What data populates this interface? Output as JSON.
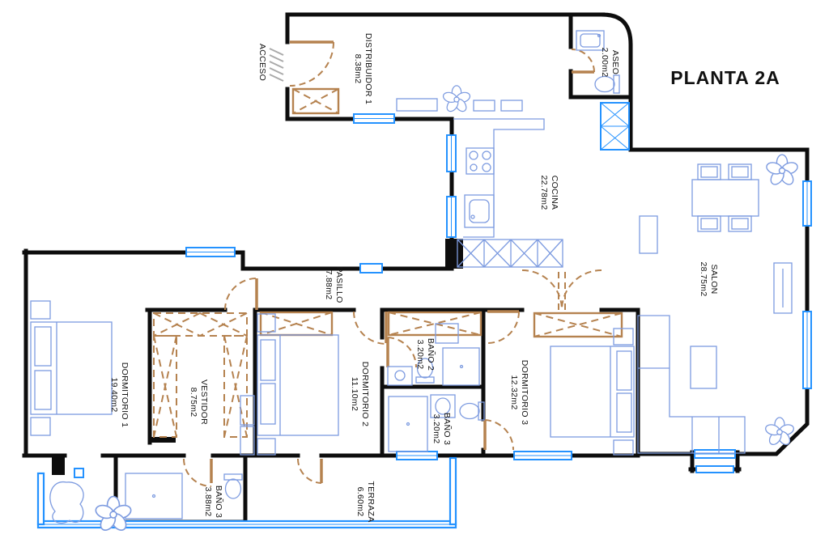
{
  "title": "PLANTA 2A",
  "labels": {
    "access": "ACCESO"
  },
  "rooms": [
    {
      "id": "distribuidor-1",
      "name": "DISTRIBUIDOR 1",
      "area": "8.38m2"
    },
    {
      "id": "aseo",
      "name": "ASEO",
      "area": "2.00m2"
    },
    {
      "id": "cocina",
      "name": "COCINA",
      "area": "22.78m2"
    },
    {
      "id": "salon",
      "name": "SALON",
      "area": "28.75m2"
    },
    {
      "id": "pasillo",
      "name": "PASILLO",
      "area": "7.88m2"
    },
    {
      "id": "dormitorio-1",
      "name": "DORMITORIO 1",
      "area": "19.40m2"
    },
    {
      "id": "vestidor",
      "name": "VESTIDOR",
      "area": "8.75m2"
    },
    {
      "id": "dormitorio-2",
      "name": "DORMITORIO 2",
      "area": "11.10m2"
    },
    {
      "id": "bano-2",
      "name": "BAÑO 2",
      "area": "3.20m2"
    },
    {
      "id": "dormitorio-3",
      "name": "DORMITORIO 3",
      "area": "12.32m2"
    },
    {
      "id": "bano-3",
      "name": "BAÑO 3",
      "area": "3.20m2"
    },
    {
      "id": "bano-3-inferior",
      "name": "BAÑO 3",
      "area": "3.88m2"
    },
    {
      "id": "terraza",
      "name": "TERRAZA",
      "area": "6.60m2"
    }
  ],
  "legend_colors": {
    "walls": "#0d0d0d",
    "windows_glazing": "#2492ff",
    "furniture_fixtures": "#7d9be0",
    "doors_wardrobes": "#b5824f",
    "access_hatch": "#aaaaaa"
  }
}
